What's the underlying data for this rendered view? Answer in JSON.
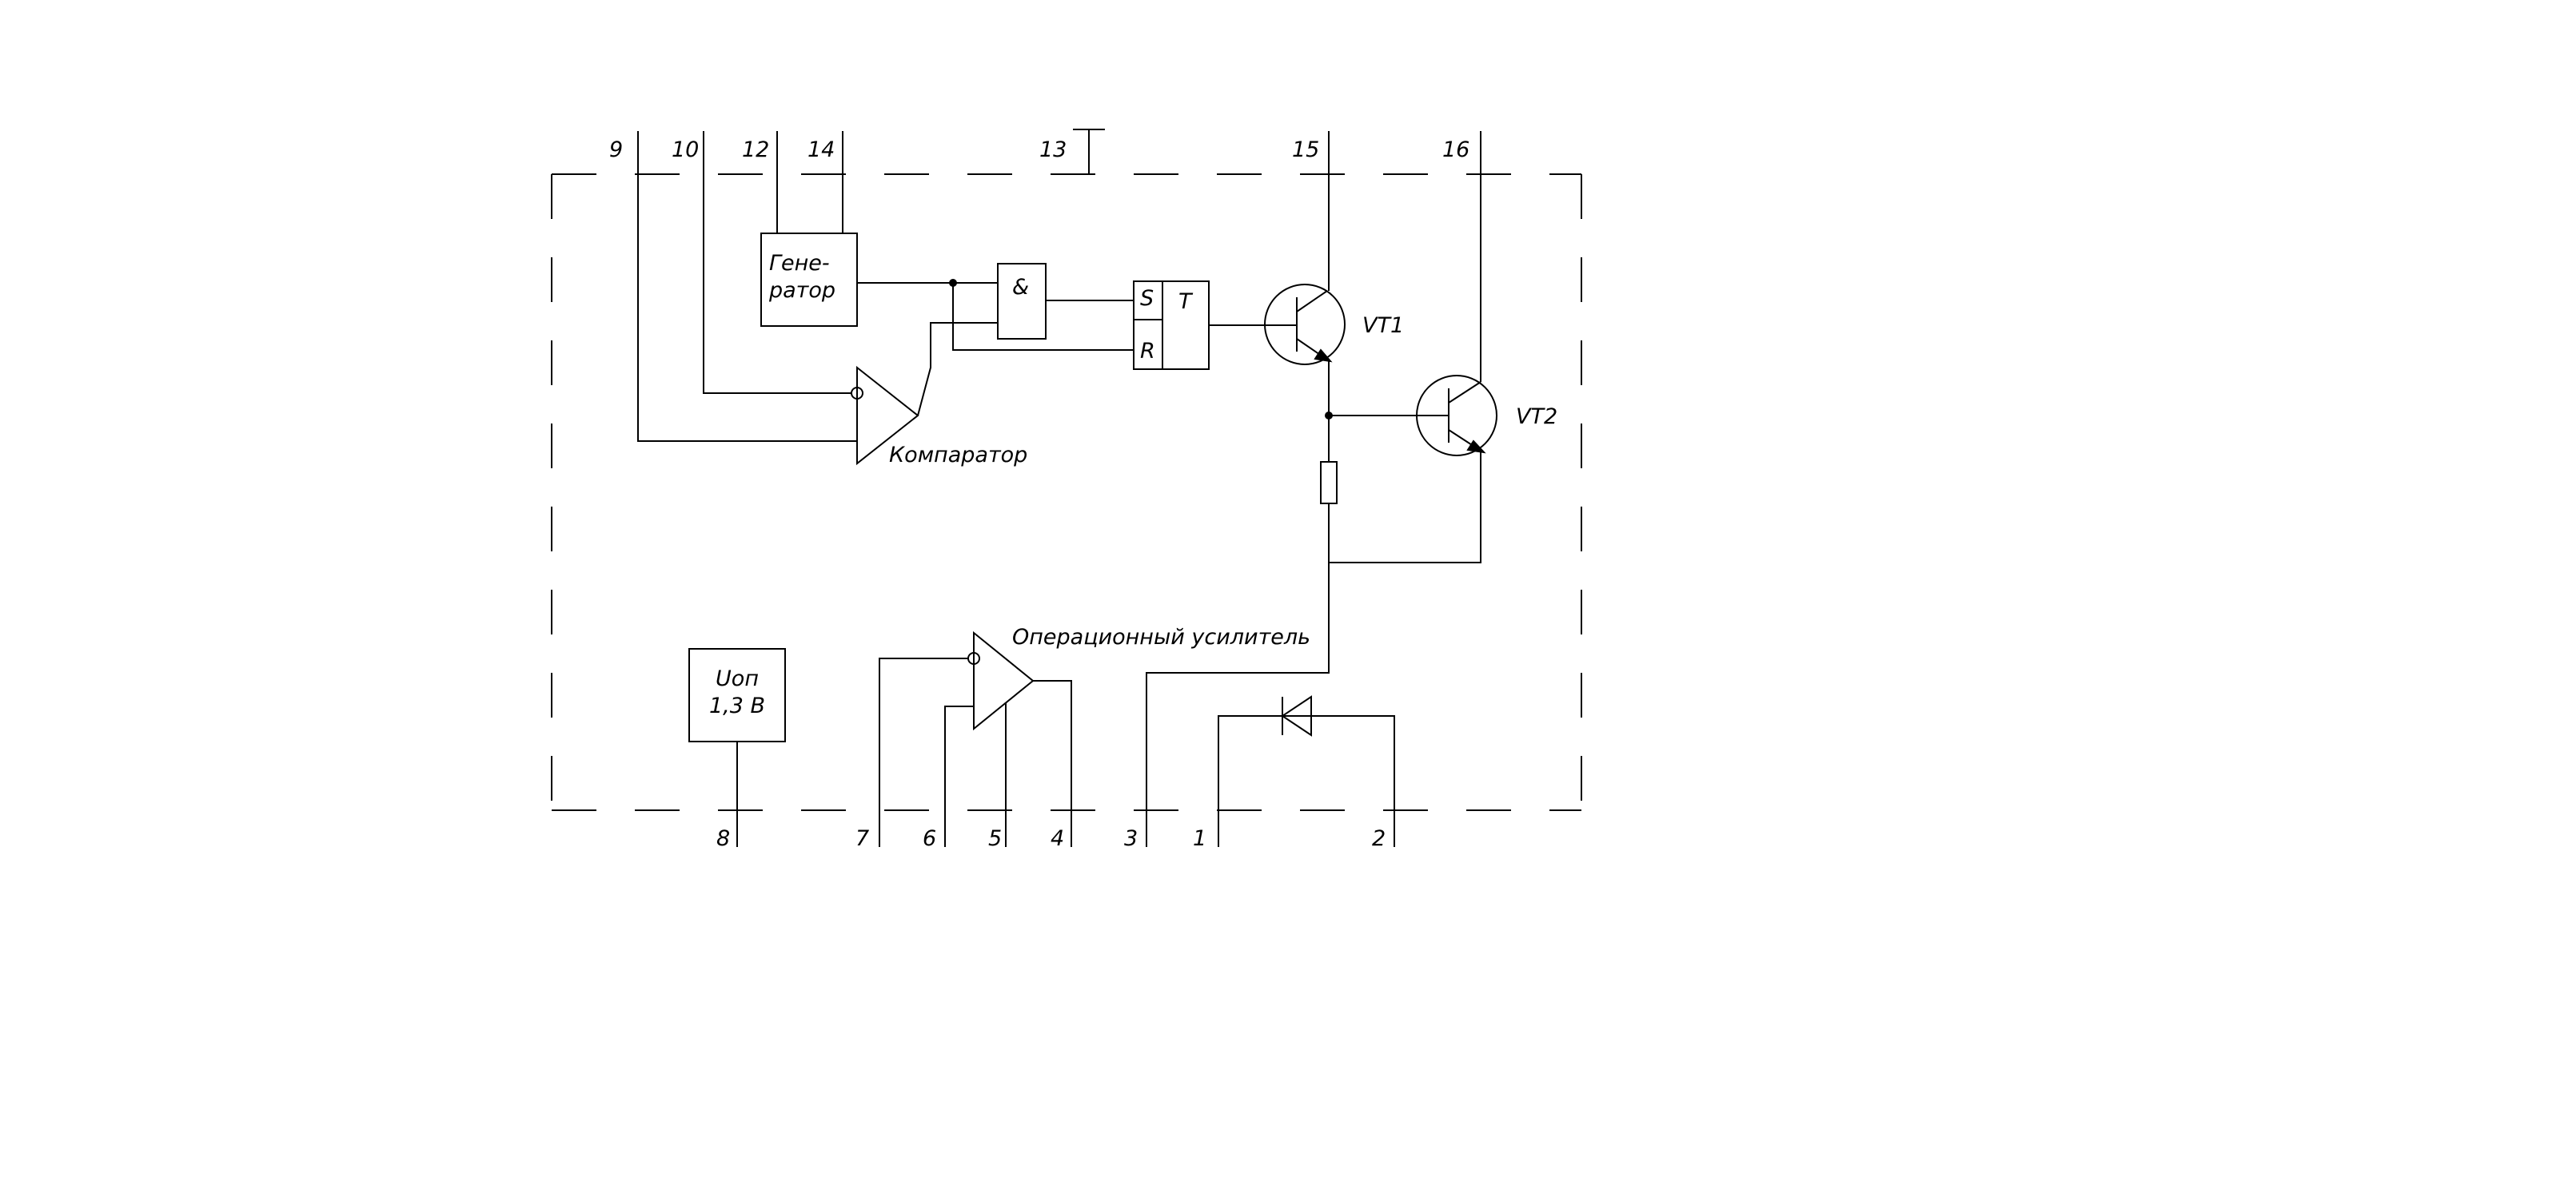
{
  "pins": {
    "top": [
      "9",
      "10",
      "12",
      "14",
      "13",
      "15",
      "16"
    ],
    "bottom": [
      "8",
      "7",
      "6",
      "5",
      "4",
      "3",
      "1",
      "2"
    ]
  },
  "blocks": {
    "generator": {
      "line1": "Гене-",
      "line2": "ратор"
    },
    "and_gate": "&",
    "trigger": {
      "s": "S",
      "r": "R",
      "t": "T"
    },
    "comparator": "Компаратор",
    "op_amp": "Операционный усилитель",
    "reference": {
      "line1": "Uоп",
      "line2": "1,3 В"
    },
    "vt1": "VT1",
    "vt2": "VT2"
  }
}
